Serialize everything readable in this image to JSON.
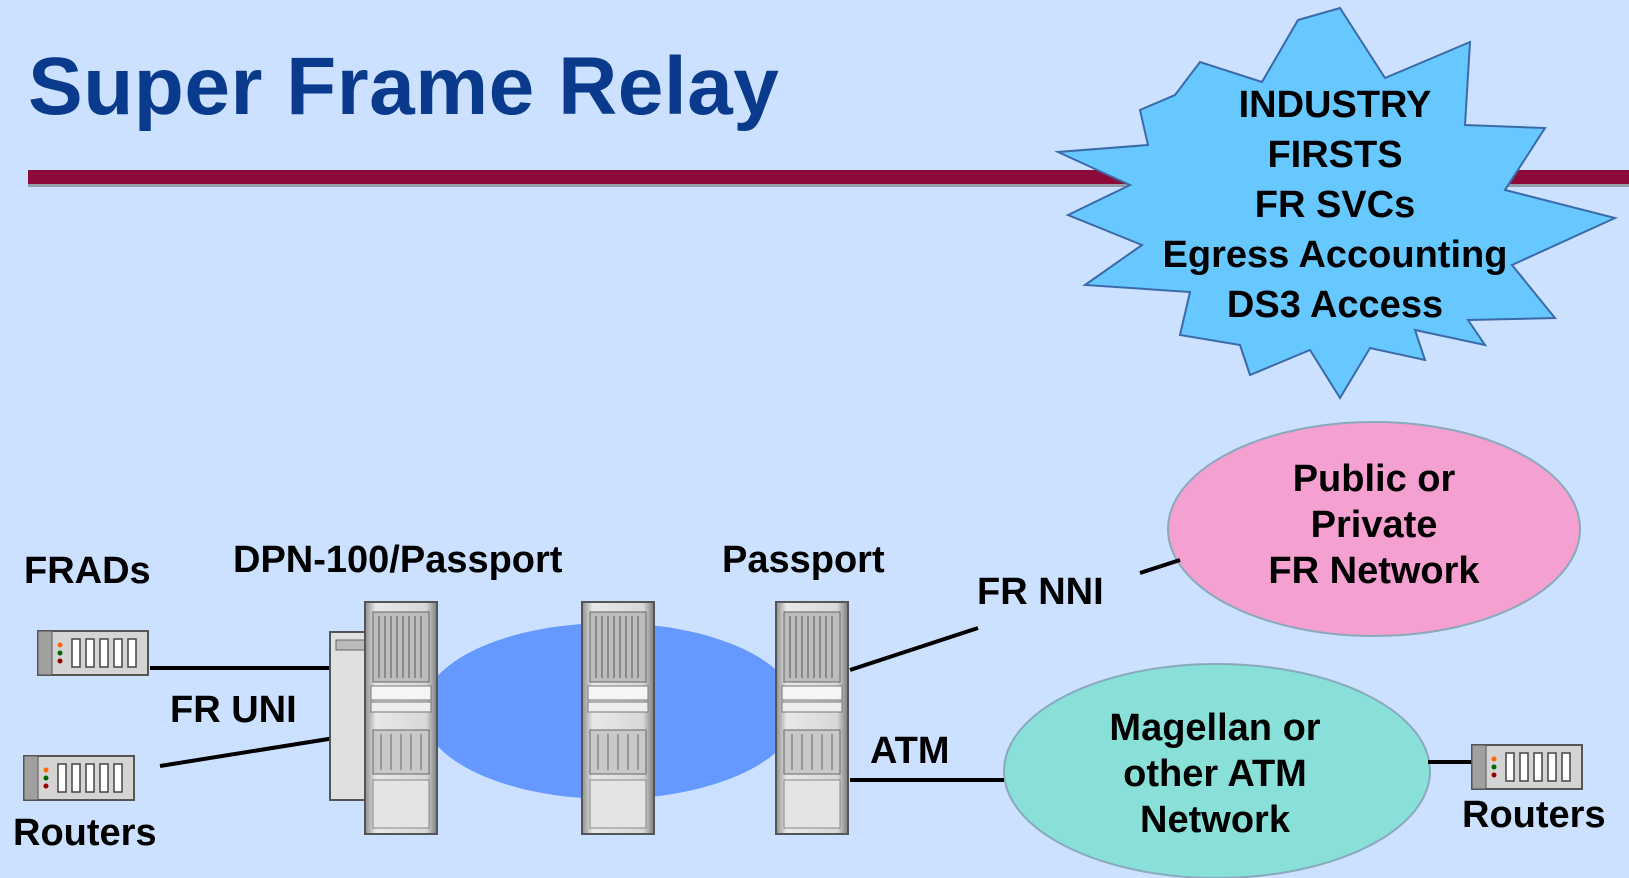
{
  "title": "Super Frame Relay",
  "starburst": {
    "lines": [
      "INDUSTRY",
      "FIRSTS",
      "FR SVCs",
      "Egress Accounting",
      "DS3 Access"
    ]
  },
  "labels": {
    "frads": "FRADs",
    "dpn_passport": "DPN-100/Passport",
    "passport": "Passport",
    "fr_nni": "FR NNI",
    "fr_uni": "FR UNI",
    "atm": "ATM",
    "routers_left": "Routers",
    "routers_right": "Routers"
  },
  "clouds": {
    "fr_network": [
      "Public or",
      "Private",
      "FR Network"
    ],
    "atm_network": [
      "Magellan or",
      "other ATM",
      "Network"
    ]
  },
  "colors": {
    "background": "#cce0ff",
    "title": "#0a3a8c",
    "rule": "#8b0a3a",
    "starburst": "#66c8ff",
    "core_cloud": "#6699ff",
    "fr_cloud": "#f4a0d0",
    "atm_cloud": "#88e0d8"
  }
}
